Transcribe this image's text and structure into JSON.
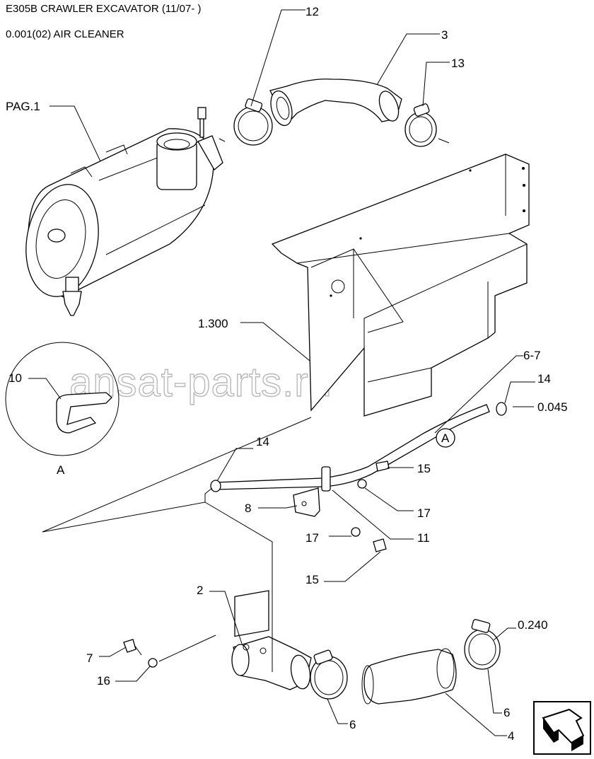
{
  "header": {
    "model": "E305B CRAWLER EXCAVATOR (11/07- )",
    "section": "0.001(02) AIR CLEANER"
  },
  "watermark": "ansat-parts.ru",
  "callouts": {
    "c12": "12",
    "c3": "3",
    "c13": "13",
    "pag1": "PAG.1",
    "c1300": "1.300",
    "c10": "10",
    "detailA": "A",
    "c67": "6-7",
    "c14a": "14",
    "c0045": "0.045",
    "markerA": "A",
    "c14b": "14",
    "c15a": "15",
    "c8": "8",
    "c17a": "17",
    "c17b": "17",
    "c11": "11",
    "c15b": "15",
    "c2": "2",
    "c0240": "0.240",
    "c7": "7",
    "c16": "16",
    "c6a": "6",
    "c6b": "6",
    "c4": "4"
  },
  "icons": {
    "nav": "page-forward-arrow-icon"
  }
}
